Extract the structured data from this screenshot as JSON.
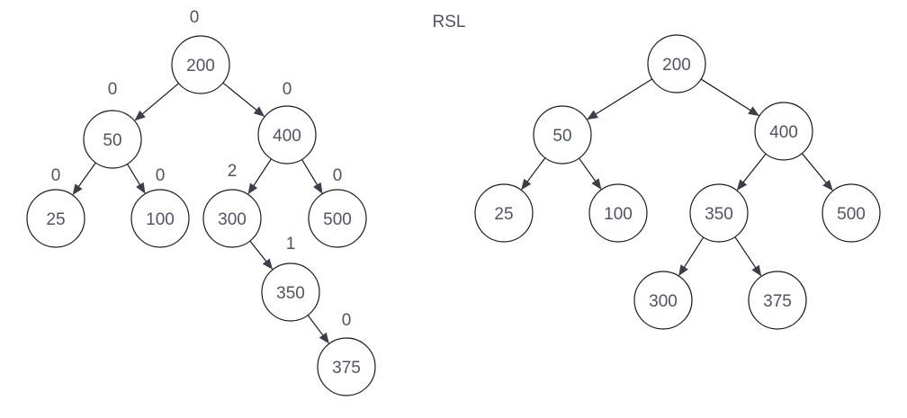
{
  "title": "RSL",
  "colors": {
    "stroke": "#1a1a1a",
    "text": "#4d5563",
    "arrow": "#3a3f4b"
  },
  "trees": [
    {
      "id": "before",
      "nodes": [
        {
          "id": "n200",
          "label": "200",
          "balance": "0"
        },
        {
          "id": "n50",
          "label": "50",
          "balance": "0"
        },
        {
          "id": "n400",
          "label": "400",
          "balance": "0"
        },
        {
          "id": "n25",
          "label": "25",
          "balance": "0"
        },
        {
          "id": "n100",
          "label": "100",
          "balance": "0"
        },
        {
          "id": "n300",
          "label": "300",
          "balance": "2"
        },
        {
          "id": "n500",
          "label": "500",
          "balance": "0"
        },
        {
          "id": "n350",
          "label": "350",
          "balance": "1"
        },
        {
          "id": "n375",
          "label": "375",
          "balance": "0"
        }
      ],
      "edges": [
        [
          "n200",
          "n50"
        ],
        [
          "n200",
          "n400"
        ],
        [
          "n50",
          "n25"
        ],
        [
          "n50",
          "n100"
        ],
        [
          "n400",
          "n300"
        ],
        [
          "n400",
          "n500"
        ],
        [
          "n300",
          "n350"
        ],
        [
          "n350",
          "n375"
        ]
      ]
    },
    {
      "id": "after",
      "nodes": [
        {
          "id": "m200",
          "label": "200"
        },
        {
          "id": "m50",
          "label": "50"
        },
        {
          "id": "m400",
          "label": "400"
        },
        {
          "id": "m25",
          "label": "25"
        },
        {
          "id": "m100",
          "label": "100"
        },
        {
          "id": "m350",
          "label": "350"
        },
        {
          "id": "m500",
          "label": "500"
        },
        {
          "id": "m300",
          "label": "300"
        },
        {
          "id": "m375",
          "label": "375"
        }
      ],
      "edges": [
        [
          "m200",
          "m50"
        ],
        [
          "m200",
          "m400"
        ],
        [
          "m50",
          "m25"
        ],
        [
          "m50",
          "m100"
        ],
        [
          "m400",
          "m350"
        ],
        [
          "m400",
          "m500"
        ],
        [
          "m350",
          "m300"
        ],
        [
          "m350",
          "m375"
        ]
      ]
    }
  ]
}
